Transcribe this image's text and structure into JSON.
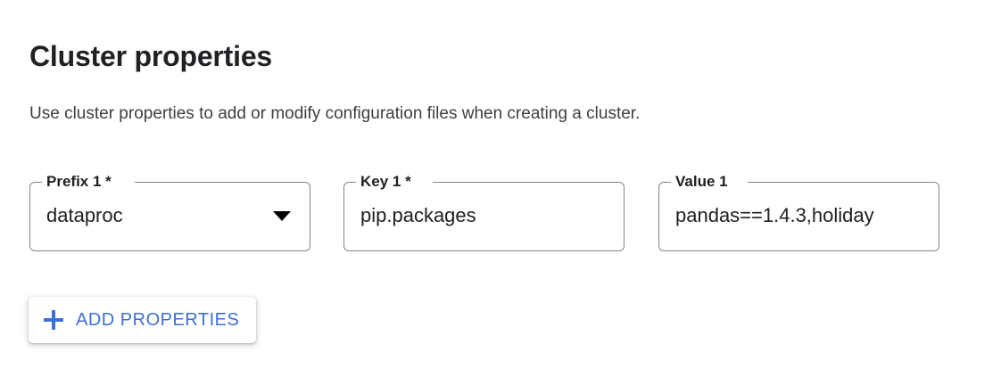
{
  "header": {
    "title": "Cluster properties",
    "description": "Use cluster properties to add or modify configuration files when creating a cluster."
  },
  "fields": [
    {
      "name": "prefix",
      "label": "Prefix 1 *",
      "value": "dataproc",
      "type": "select",
      "icon": "chevron-down-icon"
    },
    {
      "name": "key",
      "label": "Key 1 *",
      "value": "pip.packages",
      "type": "text"
    },
    {
      "name": "value",
      "label": "Value 1",
      "value": "pandas==1.4.3,holiday",
      "type": "text"
    }
  ],
  "actions": {
    "add_properties_label": "ADD PROPERTIES",
    "add_properties_icon": "plus-icon"
  },
  "colors": {
    "accent_blue": "#3d6fd8",
    "text_primary": "#202124",
    "text_secondary": "#3c4043",
    "field_border": "#80868b",
    "background": "#ffffff"
  }
}
